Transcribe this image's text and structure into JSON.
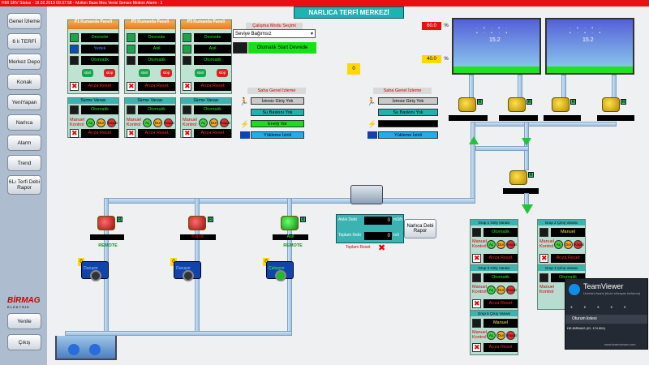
{
  "topbar": {
    "text": "HMI SRV Status - 18.02.2019 09:37:58 - Motion Base Mes Verisi Sensor Motion Alarm - 1"
  },
  "title": "NARLICA TERFİ MERKEZİ",
  "sidebar": {
    "items": [
      "Genel İzleme",
      "6 lı TERFİ",
      "Merkez Depo",
      "Konak",
      "YeniYapan",
      "Narlıca",
      "Alarm",
      "Trend",
      "6Lı Terfi Debi Rapor"
    ],
    "bottom": [
      "Yenile",
      "Çıkış"
    ]
  },
  "logo": {
    "name": "BİRMAG",
    "sub": "ELEKTRİK"
  },
  "pump_panels": [
    {
      "title": "P1 Kumanda Paneli",
      "rows": [
        "Devrede",
        "Yedek",
        "Otomatik"
      ],
      "fault": "Arıza Reset"
    },
    {
      "title": "P2 Kumanda Paneli",
      "rows": [
        "Devrede",
        "Asil",
        "Otomatik"
      ],
      "fault": "Arıza Reset"
    },
    {
      "title": "P3 Kumanda Paneli",
      "rows": [
        "Devrede",
        "Asil",
        "Otomatik"
      ],
      "fault": "Arıza Reset"
    }
  ],
  "start_label": "start",
  "stop_label": "stop",
  "valve_panels": {
    "head": "Sürme Vanası",
    "mode": "Otomatik",
    "manual": "Manuel Kontrol",
    "fault": "Arıza Reset",
    "buttons": [
      "Aç",
      "Dur",
      "Kapat"
    ]
  },
  "mode": {
    "title": "Çalışma Modu Seçimi",
    "value": "Seviye Bağımsız",
    "auto_start": "Otomatik Start Devrede"
  },
  "counter": "0",
  "site_left": {
    "title": "Saha Genel İzleme",
    "items": [
      "İzinsiz Giriş Yok",
      "Su Baskını Yok",
      "Enerji Var",
      "Yükleme İzinli"
    ]
  },
  "site_right": {
    "title": "Saha Genel İzleme",
    "items": [
      "İzinsiz Giriş Yok",
      "Su Baskını Yok",
      "",
      "Yükleme İzinli"
    ]
  },
  "tanks": [
    {
      "level": "15.2"
    },
    {
      "level": "15.2"
    }
  ],
  "tank_readouts": [
    {
      "value": "60.0",
      "unit": "%"
    },
    {
      "value": "40.0",
      "unit": "%"
    }
  ],
  "flow": {
    "instant_label": "Anlık Debi",
    "instant_value": "0",
    "instant_unit": "m3/h",
    "total_label": "Toplam Debi",
    "total_value": "0",
    "total_unit": "m3",
    "reset": "Toplam Reset",
    "report_btn": "Narlıca Debi Rapor"
  },
  "pumps": [
    {
      "state": "REMOTE",
      "pump_label": "Duruyor",
      "num": "0"
    },
    {
      "state": "Kapalı",
      "pump_label": "Duruyor",
      "num": "0"
    },
    {
      "state": "REMOTE",
      "pump_label": "Çalışıyor",
      "num": "0",
      "asil": "Asil"
    }
  ],
  "valve_block": {
    "r_label": "R"
  },
  "right_panels": [
    {
      "head": "Grup 1 Giriş Vanası",
      "mode": "Otomatik"
    },
    {
      "head": "Grup 2 Çıkış Vanası",
      "mode": "Manuel"
    },
    {
      "head": "Grup 3 Giriş Vanası",
      "mode": "Otomatik"
    },
    {
      "head": "Grup 4 Çıkış Vanası",
      "mode": "Otomatik"
    },
    {
      "head": "Grup 5 Çıkış Vanası",
      "mode": "Manuel"
    }
  ],
  "teamviewer": {
    "title": "TeamViewer",
    "line1": "Ücretsiz lisans (ticari olmayan",
    "line2": "kullanım)",
    "session": "Oturum listesi",
    "item": "HE-BIRMAG (ID: 174 851)",
    "footer": "www.teamviewer.com"
  }
}
